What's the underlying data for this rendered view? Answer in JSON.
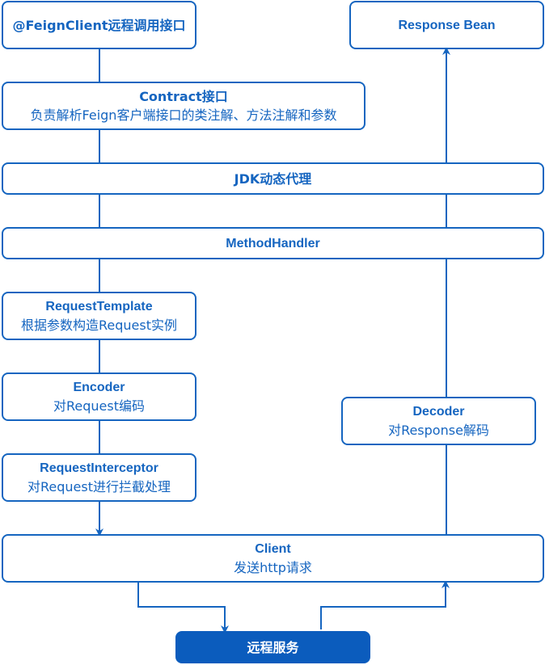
{
  "nodes": {
    "feign_client": {
      "title": "@FeignClient远程调用接口"
    },
    "response_bean": {
      "title": "Response Bean"
    },
    "contract": {
      "title": "Contract接口",
      "desc": "负责解析Feign客户端接口的类注解、方法注解和参数"
    },
    "jdk_proxy": {
      "title": "JDK动态代理"
    },
    "method_handler": {
      "title": "MethodHandler"
    },
    "request_template": {
      "title": "RequestTemplate",
      "desc": "根据参数构造Request实例"
    },
    "encoder": {
      "title": "Encoder",
      "desc": "对Request编码"
    },
    "decoder": {
      "title": "Decoder",
      "desc": "对Response解码"
    },
    "request_interceptor": {
      "title": "RequestInterceptor",
      "desc": "对Request进行拦截处理"
    },
    "client": {
      "title": "Client",
      "desc": "发送http请求"
    },
    "remote_service": {
      "title": "远程服务"
    }
  },
  "colors": {
    "stroke": "#1565c0",
    "fill": "#0b5cbd",
    "background": "#ffffff"
  }
}
